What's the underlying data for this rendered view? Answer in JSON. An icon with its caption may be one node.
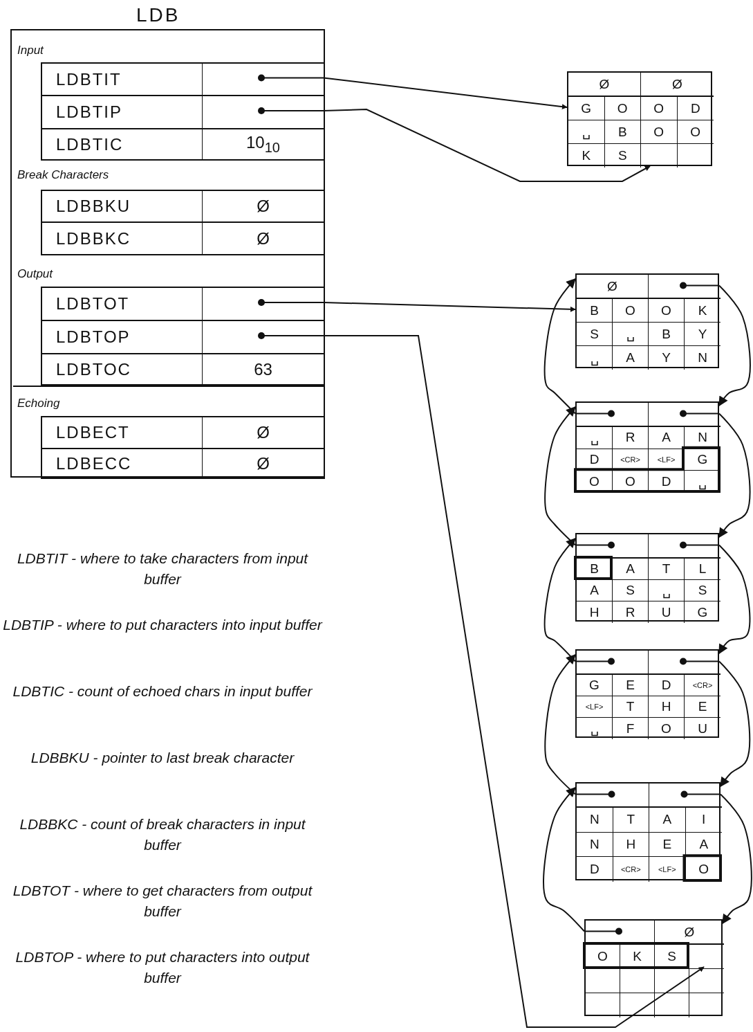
{
  "diagram": {
    "nodes": [
      {
        "text": [
          "LDB"
        ]
      },
      {
        "text": [
          "Input"
        ],
        "in": 0
      },
      {
        "text": [
          "LDBTIT"
        ],
        "in": 1
      },
      {
        "text": [
          "LDBTIP"
        ],
        "in": 1
      },
      {
        "text": [
          "LDBTIC",
          "10$_{10}$"
        ],
        "in": 1
      },
      {
        "text": [
          "Break Characters"
        ],
        "in": 0
      },
      {
        "text": [
          "LDBBKU",
          "Ø"
        ],
        "in": 5
      },
      {
        "text": [
          "LDBBKC",
          "Ø"
        ],
        "in": 5
      },
      {
        "text": [
          "Output"
        ],
        "in": 0
      },
      {
        "text": [
          "LDBTOT"
        ],
        "in": 8
      },
      {
        "text": [
          "LDBTOP"
        ],
        "in": 8
      },
      {
        "text": [
          "LDBTOC",
          "63"
        ],
        "in": 8
      },
      {
        "text": [
          "Echoing"
        ],
        "in": 0
      },
      {
        "text": [
          "LDBECT",
          "Ø"
        ],
        "in": 12
      },
      {
        "text": [
          "LDBECC",
          "Ø"
        ],
        "in": 12
      },
      {
        "text": [
          "Ø",
          "Ø",
          "G",
          "O",
          "O",
          "D",
          "␣",
          "B",
          "O",
          "O",
          "K",
          "S"
        ]
      },
      {
        "text": [
          "Ø",
          "B",
          "O",
          "O",
          "K",
          "S",
          "␣",
          "B",
          "Y",
          "␣",
          "A",
          "Y",
          "N"
        ]
      },
      {
        "text": [
          "␣",
          "R",
          "A",
          "N",
          "D",
          "<CR>",
          "<LF>",
          "G",
          "O",
          "O",
          "D",
          "␣"
        ]
      },
      {
        "text": [
          "B",
          "A",
          "T",
          "L",
          "A",
          "S",
          "␣",
          "S",
          "H",
          "R",
          "U",
          "G"
        ]
      },
      {
        "text": [
          "G",
          "E",
          "D",
          "<CR>",
          "<LF>",
          "T",
          "H",
          "E",
          "␣",
          "F",
          "O",
          "U"
        ]
      },
      {
        "text": [
          "N",
          "T",
          "A",
          "I",
          "N",
          "H",
          "E",
          "A",
          "D",
          "<CR>",
          "<LF>",
          "O"
        ]
      },
      {
        "text": [
          "Ø",
          "O",
          "K",
          "S"
        ]
      }
    ],
    "edges": [
      {
        "from": 2,
        "to": 15,
        "arrow": "to"
      },
      {
        "from": 3,
        "to": 15,
        "arrow": "to"
      },
      {
        "from": 9,
        "to": 16,
        "arrow": "to"
      },
      {
        "from": 10,
        "to": 21,
        "arrow": "to"
      },
      {
        "from": 16,
        "to": 17,
        "arrow": "to"
      },
      {
        "from": 17,
        "to": 16,
        "arrow": "to"
      },
      {
        "from": 17,
        "to": 18,
        "arrow": "to"
      },
      {
        "from": 18,
        "to": 17,
        "arrow": "to"
      },
      {
        "from": 18,
        "to": 19,
        "arrow": "to"
      },
      {
        "from": 19,
        "to": 18,
        "arrow": "to"
      },
      {
        "from": 19,
        "to": 20,
        "arrow": "to"
      },
      {
        "from": 20,
        "to": 19,
        "arrow": "to"
      },
      {
        "from": 20,
        "to": 21,
        "arrow": "to"
      },
      {
        "from": 21,
        "to": 20,
        "arrow": "to"
      }
    ],
    "labels": [
      "LDBTIT - where to take characters from input buffer",
      "LDBTIP - where to put characters into input buffer",
      "LDBTIC - count of echoed chars in input buffer",
      "LDBBKU - pointer to last break character",
      "LDBBKC - count of break characters in input buffer",
      "LDBTOT - where to get characters from output buffer",
      "LDBTOP - where to put characters into output buffer"
    ]
  }
}
